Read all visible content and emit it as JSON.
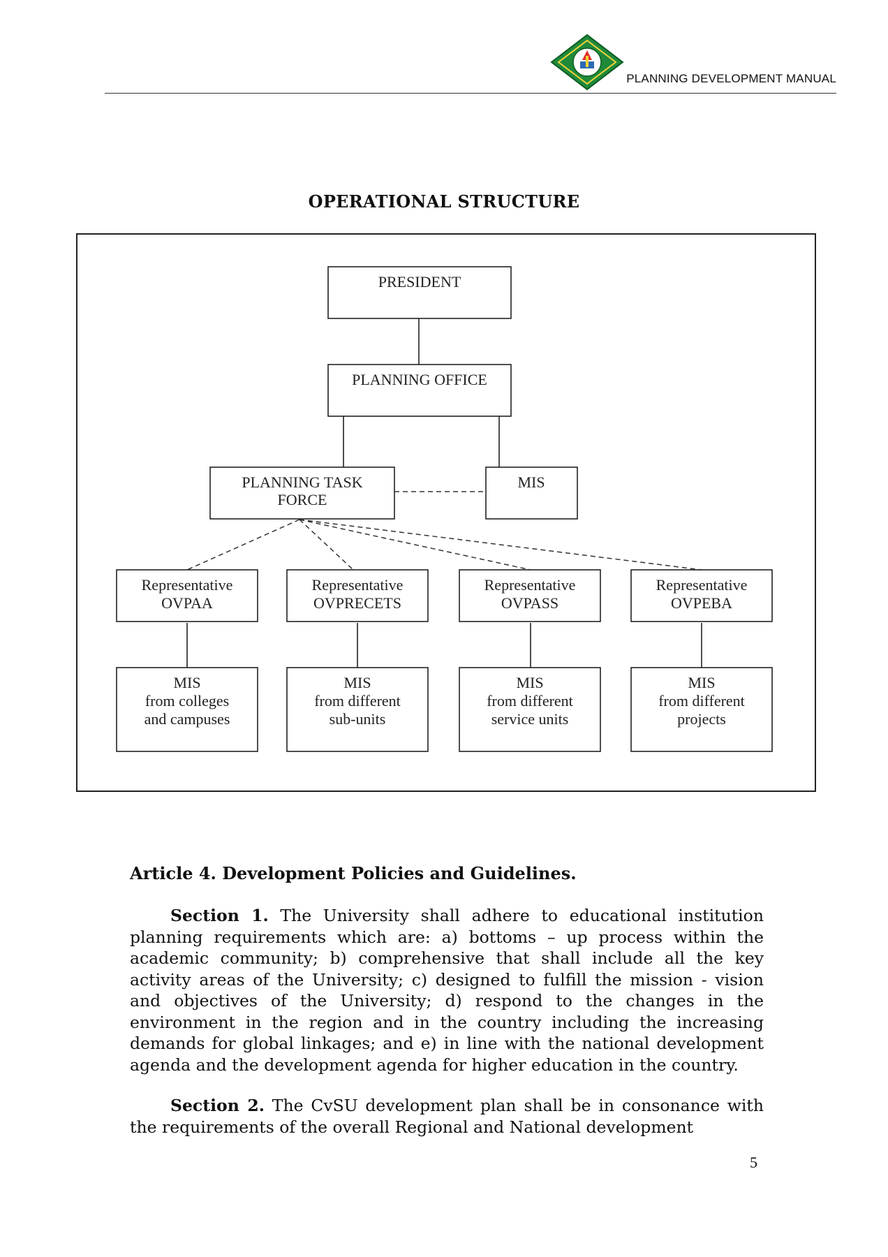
{
  "header": {
    "title": "PLANNING DEVELOPMENT MANUAL",
    "logo_icon": "university-seal-logo"
  },
  "document": {
    "title": "OPERATIONAL STRUCTURE"
  },
  "org_chart": {
    "president": "PRESIDENT",
    "planning_office": "PLANNING OFFICE",
    "task_force": {
      "line1": "PLANNING TASK",
      "line2": "FORCE"
    },
    "mis": "MIS",
    "representatives": [
      {
        "line1": "Representative",
        "line2": "OVPAA"
      },
      {
        "line1": "Representative",
        "line2": "OVPRECETS"
      },
      {
        "line1": "Representative",
        "line2": "OVPASS"
      },
      {
        "line1": "Representative",
        "line2": "OVPEBA"
      }
    ],
    "mis_units": [
      {
        "line1": "MIS",
        "line2": "from colleges",
        "line3": "and campuses"
      },
      {
        "line1": "MIS",
        "line2": "from different",
        "line3": "sub-units"
      },
      {
        "line1": "MIS",
        "line2": "from different",
        "line3": "service units"
      },
      {
        "line1": "MIS",
        "line2": "from different",
        "line3": "projects"
      }
    ]
  },
  "article": {
    "heading": "Article 4. Development  Policies and Guidelines.",
    "section1": {
      "label": "Section 1.",
      "text": "The University shall adhere to educational institution planning requirements which are: a) bottoms – up process within the academic community; b) comprehensive that shall include all the key activity areas of the University; c) designed to fulfill the mission - vision and objectives of the University; d) respond to the changes in the environment in the region and in the country including the increasing demands for global linkages; and e) in line with the national development agenda and the development agenda for higher education in the country."
    },
    "section2": {
      "label": "Section 2.",
      "text": "The CvSU development plan shall be in consonance with the requirements of the overall Regional and National development"
    }
  },
  "footer": {
    "page_number": "5"
  }
}
